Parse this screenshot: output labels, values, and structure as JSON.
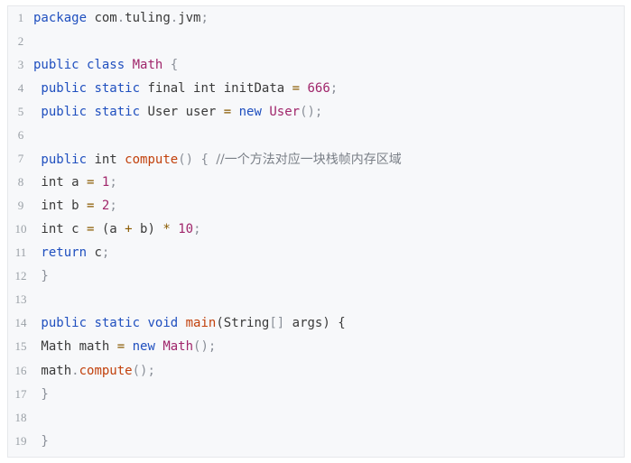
{
  "editor": {
    "lines": [
      {
        "number": "1",
        "tokens": [
          {
            "t": "package",
            "k": "kw"
          },
          {
            "t": " com",
            "k": "plain"
          },
          {
            "t": ".",
            "k": "punc"
          },
          {
            "t": "tuling",
            "k": "plain"
          },
          {
            "t": ".",
            "k": "punc"
          },
          {
            "t": "jvm",
            "k": "plain"
          },
          {
            "t": ";",
            "k": "punc"
          }
        ]
      },
      {
        "number": "2",
        "tokens": []
      },
      {
        "number": "3",
        "tokens": [
          {
            "t": "public",
            "k": "kw"
          },
          {
            "t": " ",
            "k": "plain"
          },
          {
            "t": "class",
            "k": "kw"
          },
          {
            "t": " ",
            "k": "plain"
          },
          {
            "t": "Math",
            "k": "cls"
          },
          {
            "t": " {",
            "k": "punc"
          }
        ]
      },
      {
        "number": "4",
        "tokens": [
          {
            "t": " public",
            "k": "kw"
          },
          {
            "t": " ",
            "k": "plain"
          },
          {
            "t": "static",
            "k": "kw"
          },
          {
            "t": " final int initData ",
            "k": "plain"
          },
          {
            "t": "=",
            "k": "op"
          },
          {
            "t": " ",
            "k": "plain"
          },
          {
            "t": "666",
            "k": "num"
          },
          {
            "t": ";",
            "k": "punc"
          }
        ]
      },
      {
        "number": "5",
        "tokens": [
          {
            "t": " public",
            "k": "kw"
          },
          {
            "t": " ",
            "k": "plain"
          },
          {
            "t": "static",
            "k": "kw"
          },
          {
            "t": " User user ",
            "k": "plain"
          },
          {
            "t": "=",
            "k": "op"
          },
          {
            "t": " ",
            "k": "plain"
          },
          {
            "t": "new",
            "k": "kw"
          },
          {
            "t": " ",
            "k": "plain"
          },
          {
            "t": "User",
            "k": "cls"
          },
          {
            "t": "();",
            "k": "punc"
          }
        ]
      },
      {
        "number": "6",
        "tokens": []
      },
      {
        "number": "7",
        "tokens": [
          {
            "t": " public",
            "k": "kw"
          },
          {
            "t": " int ",
            "k": "plain"
          },
          {
            "t": "compute",
            "k": "fn"
          },
          {
            "t": "() { ",
            "k": "punc"
          },
          {
            "t": "//一个方法对应一块栈帧内存区域",
            "k": "cmt"
          }
        ]
      },
      {
        "number": "8",
        "tokens": [
          {
            "t": " int a ",
            "k": "plain"
          },
          {
            "t": "=",
            "k": "op"
          },
          {
            "t": " ",
            "k": "plain"
          },
          {
            "t": "1",
            "k": "num"
          },
          {
            "t": ";",
            "k": "punc"
          }
        ]
      },
      {
        "number": "9",
        "tokens": [
          {
            "t": " int b ",
            "k": "plain"
          },
          {
            "t": "=",
            "k": "op"
          },
          {
            "t": " ",
            "k": "plain"
          },
          {
            "t": "2",
            "k": "num"
          },
          {
            "t": ";",
            "k": "punc"
          }
        ]
      },
      {
        "number": "10",
        "tokens": [
          {
            "t": " int c ",
            "k": "plain"
          },
          {
            "t": "=",
            "k": "op"
          },
          {
            "t": " (a ",
            "k": "plain"
          },
          {
            "t": "+",
            "k": "op"
          },
          {
            "t": " b) ",
            "k": "plain"
          },
          {
            "t": "*",
            "k": "op"
          },
          {
            "t": " ",
            "k": "plain"
          },
          {
            "t": "10",
            "k": "num"
          },
          {
            "t": ";",
            "k": "punc"
          }
        ]
      },
      {
        "number": "11",
        "tokens": [
          {
            "t": " return",
            "k": "kw"
          },
          {
            "t": " c",
            "k": "plain"
          },
          {
            "t": ";",
            "k": "punc"
          }
        ]
      },
      {
        "number": "12",
        "tokens": [
          {
            "t": " }",
            "k": "punc"
          }
        ]
      },
      {
        "number": "13",
        "tokens": []
      },
      {
        "number": "14",
        "tokens": [
          {
            "t": " public",
            "k": "kw"
          },
          {
            "t": " ",
            "k": "plain"
          },
          {
            "t": "static",
            "k": "kw"
          },
          {
            "t": " ",
            "k": "plain"
          },
          {
            "t": "void",
            "k": "kw"
          },
          {
            "t": " ",
            "k": "plain"
          },
          {
            "t": "main",
            "k": "fn"
          },
          {
            "t": "(String",
            "k": "plain"
          },
          {
            "t": "[]",
            "k": "punc"
          },
          {
            "t": " args) {",
            "k": "plain"
          }
        ]
      },
      {
        "number": "15",
        "tokens": [
          {
            "t": " Math math ",
            "k": "plain"
          },
          {
            "t": "=",
            "k": "op"
          },
          {
            "t": " ",
            "k": "plain"
          },
          {
            "t": "new",
            "k": "kw"
          },
          {
            "t": " ",
            "k": "plain"
          },
          {
            "t": "Math",
            "k": "cls"
          },
          {
            "t": "();",
            "k": "punc"
          }
        ]
      },
      {
        "number": "16",
        "tokens": [
          {
            "t": " math",
            "k": "plain"
          },
          {
            "t": ".",
            "k": "punc"
          },
          {
            "t": "compute",
            "k": "fn"
          },
          {
            "t": "();",
            "k": "punc"
          }
        ]
      },
      {
        "number": "17",
        "tokens": [
          {
            "t": " }",
            "k": "punc"
          }
        ]
      },
      {
        "number": "18",
        "tokens": []
      },
      {
        "number": "19",
        "tokens": [
          {
            "t": " }",
            "k": "punc"
          }
        ]
      }
    ]
  },
  "colors": {
    "background": "#f7f8fa",
    "keyword": "#1f4fbf",
    "class": "#a0266b",
    "function": "#c2410c",
    "line_number": "#9aa0a6"
  }
}
